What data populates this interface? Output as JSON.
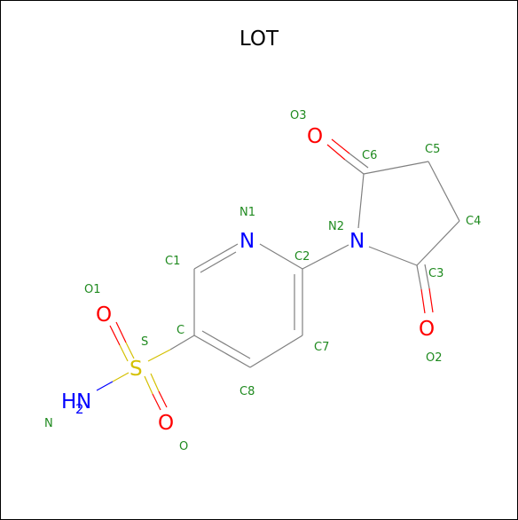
{
  "title": "LOT",
  "colors": {
    "bond": "#808080",
    "carbon_label": "#1f8a1f",
    "nitrogen": "#0000ff",
    "oxygen": "#ff0000",
    "sulfur": "#d4c000"
  },
  "atoms": {
    "N1": "N",
    "N2": "N",
    "O3": "O",
    "O2": "O",
    "O1": "O",
    "O": "O",
    "S": "S",
    "NH2_H": "H",
    "NH2_sub": "2",
    "NH2_N": "N"
  },
  "labels": {
    "O3": "O3",
    "C6": "C6",
    "C5": "C5",
    "N1": "N1",
    "N2": "N2",
    "C4": "C4",
    "C1": "C1",
    "C2": "C2",
    "C3": "C3",
    "O1": "O1",
    "C": "C",
    "S": "S",
    "C7": "C7",
    "O2": "O2",
    "C8": "C8",
    "N": "N",
    "O": "O"
  }
}
